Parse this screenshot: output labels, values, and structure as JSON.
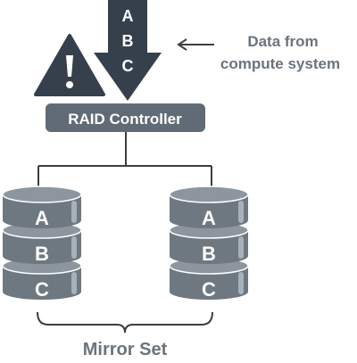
{
  "data_stream": {
    "letters": [
      "A",
      "B",
      "C"
    ]
  },
  "source_label": {
    "line1": "Data from",
    "line2": "compute system"
  },
  "controller": {
    "label": "RAID Controller"
  },
  "disks": {
    "left": {
      "blocks": [
        "A",
        "B",
        "C"
      ]
    },
    "right": {
      "blocks": [
        "A",
        "B",
        "C"
      ]
    }
  },
  "mirror_label": "Mirror Set",
  "colors": {
    "arrow": "#36404c",
    "warning": "#36404c",
    "controller": "#606b75",
    "disk_body": "#6e7881",
    "disk_top": "#8d969e",
    "disk_stripe": "#a9b1b8",
    "label_text": "#6b747c",
    "line": "#3a3f45",
    "white": "#ffffff"
  },
  "icons": {
    "warning": "warning-triangle-icon",
    "pointer": "left-arrow-icon",
    "disk": "disk-cylinder-icon"
  }
}
